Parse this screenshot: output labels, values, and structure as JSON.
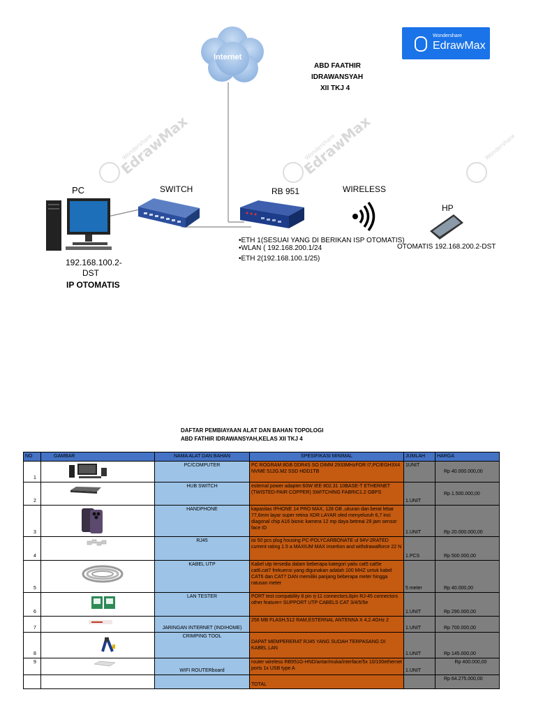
{
  "diagram": {
    "cloud_label": "Internet",
    "author_lines": [
      "ABD FAATHIR",
      "IDRAWANSYAH",
      "XII TKJ 4"
    ],
    "logo": {
      "brand_small": "Wondershare",
      "brand_big": "EdrawMax",
      "color": "#1a73e8"
    },
    "watermark": {
      "small": "Wondershare",
      "big": "EdrawMax"
    },
    "pc": {
      "label": "PC",
      "ip_line1": "192.168.100.2-",
      "ip_line2": "DST",
      "mode": "IP OTOMATIS"
    },
    "switch": {
      "label": "SWITCH"
    },
    "router": {
      "label": "RB 951",
      "notes": [
        "ETH 1(SESUAI YANG DI BERIKAN ISP OTOMATIS)",
        "WLAN ( 192.168.200.1/24",
        "ETH 2(192.168.100.1/25)"
      ]
    },
    "wireless": {
      "label": "WIRELESS"
    },
    "hp": {
      "label": "HP",
      "ip": "OTOMATIS 192.168.200.2-DST"
    }
  },
  "table": {
    "title1": "DAFTAR PEMBIAYAAN ALAT DAN BAHAN  TOPOLOGI",
    "title2": "ABD FATHIR IDRAWANSYAH,KELAS XII TKJ 4",
    "headers": [
      "NO",
      "GAMBAR",
      "NAMA ALAT DAN BAHAN",
      "SPESIFIKASI MINIMAL",
      "JUMLAH",
      "HARGA"
    ],
    "rows": [
      {
        "no": "1",
        "nama": "PC/COMPUTER",
        "spec": "PC ROGRAM 8GB DDR4S SO DIMM 2933MHzFOR I7,PCIEGH3X4 NVME 512G.M2 SSD HDD1TB",
        "jumlah": "1UNIT",
        "harga": "Rp 40.000.000,00"
      },
      {
        "no": "2",
        "nama": "HUB SWITCH",
        "spec": "esternal power adapter:60W  IEE 802.31 10BASE-T ETHERNET (TWISTED-PAIR COPPER) SWITCHING FABRIC1.2 GBPS",
        "jumlah": "1.UNIT",
        "harga": "Rp 1.500.000,00"
      },
      {
        "no": "3",
        "nama": "HANDPHONE",
        "spec": "kapasitas IPHONE 14 PRO MAX, 128 GB ,ukuran dan berat lebar 77,6mm layar super retina XDR LAYAR oled menyeluruh 6,7 inci diagonal chip A16 bionic kamera 12 mp daya betreai 29 jam sensor face ID",
        "jumlah": "1.UNIT",
        "harga": "Rp 20.000.000,00"
      },
      {
        "no": "4",
        "nama": "RJ45",
        "spec": "isi 50 pcs plug housing PC-POLYCARBONATE ul 94V-2RATED current rating 1.5 a MAXIUM MAX insertion and withdrawalforce 22 N",
        "jumlah": "1.PCS",
        "harga": "Rp 500.000,00"
      },
      {
        "no": "5",
        "nama": "KABEL UTP",
        "spec": "Kabel utp tersedia dalam beberapa kategori yaitu cat5 cat5e cat6.cat7 frekuensi yang digunakan adalah 100 MHZ untuk kabel CAT6 dan CAT7 DAN memiliki panjang beberapa meter hingga ratusan meter",
        "jumlah": "5 meter",
        "harga": "Rp 40.000,00"
      },
      {
        "no": "6",
        "nama": "LAN TESTER",
        "spec": "PORT test compability 8 pin rj-11 connectors,8pin RJ-45 connectors other feature= SUPPORT UTP CABELS CAT 3/4/5/5e",
        "jumlah": "1.UNIT",
        "harga": "Rp 290.000,00"
      },
      {
        "no": "7",
        "nama": "JARINGAN INTERNET (INDIHOME)",
        "spec": "256 MB FLASH,512 RAM,ESTERNAL ANTENNA X 4,2.4GHz 2",
        "jumlah": "1.UNIT",
        "harga": "Rp 700.000,00"
      },
      {
        "no": "8",
        "nama": "CRIMPING TOOL",
        "spec": "DAPAT MEMPERERAT RJ45 YANG SUDAH TERPASANG DI KABEL LAN",
        "jumlah": "1.UNIT",
        "harga": "Rp 145.000,00"
      },
      {
        "no": "9",
        "nama": "WIFI ROUTERboard",
        "spec": "router wireless RB951G-HND/antar/muka/interface/5x 10/100ethernet ports 1x USB type A",
        "jumlah": "1.UNIT",
        "harga": "Rp 400.000,00"
      }
    ],
    "total": {
      "label": "TOTAL",
      "harga": "Rp 64.275.000,00"
    }
  }
}
